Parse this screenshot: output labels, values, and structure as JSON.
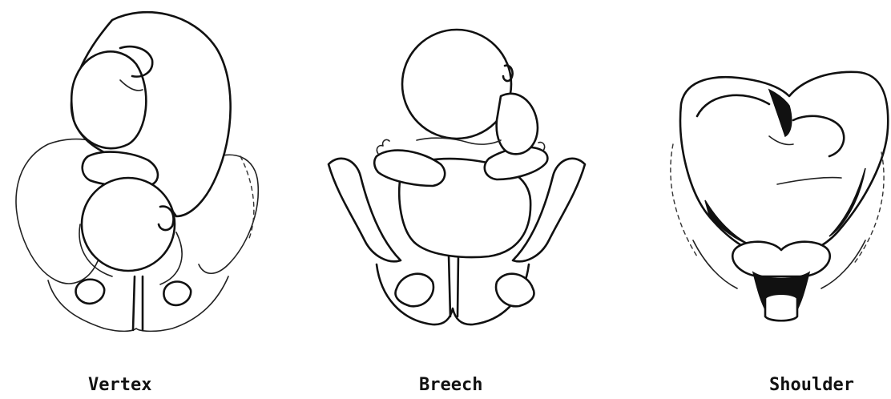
{
  "figure": {
    "panels": [
      {
        "id": "vertex",
        "caption": "Vertex"
      },
      {
        "id": "breech",
        "caption": "Breech"
      },
      {
        "id": "shoulder",
        "caption": "Shoulder"
      }
    ]
  }
}
